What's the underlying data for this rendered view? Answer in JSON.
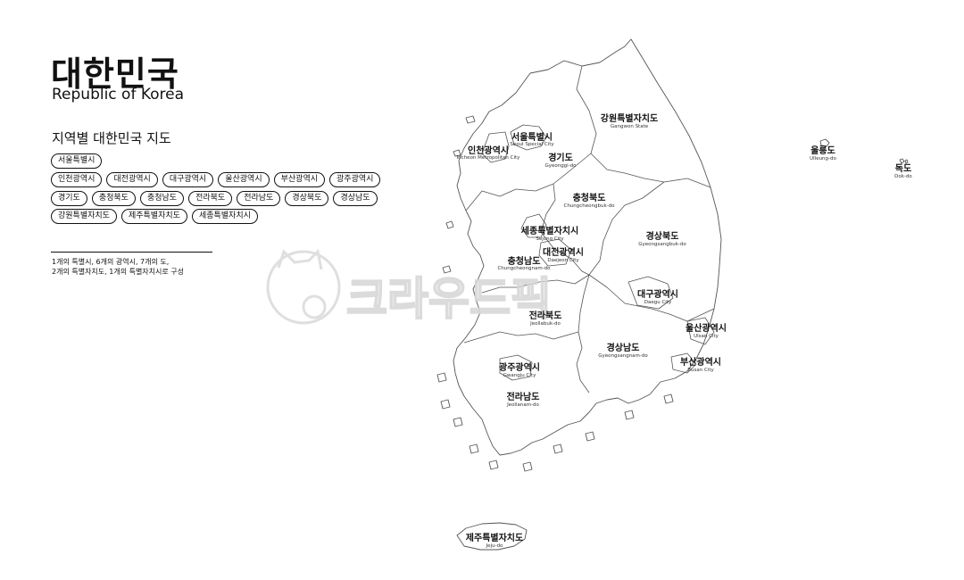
{
  "header": {
    "title_ko": "대한민국",
    "title_en": "Republic of Korea",
    "subtitle": "지역별 대한민국 지도"
  },
  "chips": {
    "row1": [
      "서울특별시"
    ],
    "row2": [
      "인천광역시",
      "대전광역시",
      "대구광역시",
      "울산광역시",
      "부산광역시",
      "광주광역시"
    ],
    "row3": [
      "경기도",
      "충청북도",
      "충청남도",
      "전라북도",
      "전라남도",
      "경상북도",
      "경상남도"
    ],
    "row4": [
      "강원특별자치도",
      "제주특별자치도",
      "세종특별자치시"
    ]
  },
  "note": {
    "line1": "1개의 특별시, 6개의 광역시, 7개의 도,",
    "line2": "2개의 특별자치도, 1개의 특별자치시로 구성"
  },
  "map": {
    "region_labels": [
      {
        "ko": "서울특별시",
        "en": "Seoul Special City"
      },
      {
        "ko": "인천광역시",
        "en": "Incheon Metropolitan City"
      },
      {
        "ko": "경기도",
        "en": "Gyeonggi-do"
      },
      {
        "ko": "강원특별자치도",
        "en": "Gangwon State"
      },
      {
        "ko": "충청북도",
        "en": "Chungcheongbuk-do"
      },
      {
        "ko": "세종특별자치시",
        "en": "Sejong City"
      },
      {
        "ko": "대전광역시",
        "en": "Daejeon City"
      },
      {
        "ko": "충청남도",
        "en": "Chungcheongnam-do"
      },
      {
        "ko": "경상북도",
        "en": "Gyeongsangbuk-do"
      },
      {
        "ko": "대구광역시",
        "en": "Daegu City"
      },
      {
        "ko": "전라북도",
        "en": "Jeollabuk-do"
      },
      {
        "ko": "울산광역시",
        "en": "Ulsan City"
      },
      {
        "ko": "경상남도",
        "en": "Gyeongsangnam-do"
      },
      {
        "ko": "부산광역시",
        "en": "Busan City"
      },
      {
        "ko": "광주광역시",
        "en": "Gwangju City"
      },
      {
        "ko": "전라남도",
        "en": "Jeollanam-do"
      },
      {
        "ko": "제주특별자치도",
        "en": "Jeju-do"
      },
      {
        "ko": "울릉도",
        "en": "Ulleung-do"
      },
      {
        "ko": "독도",
        "en": "Dok-do"
      }
    ]
  },
  "watermark": {
    "text": "크라우드픽"
  },
  "colors": {
    "background": "#ffffff",
    "ink": "#111111",
    "outline": "#555555",
    "watermark": "#d8d8d8"
  }
}
